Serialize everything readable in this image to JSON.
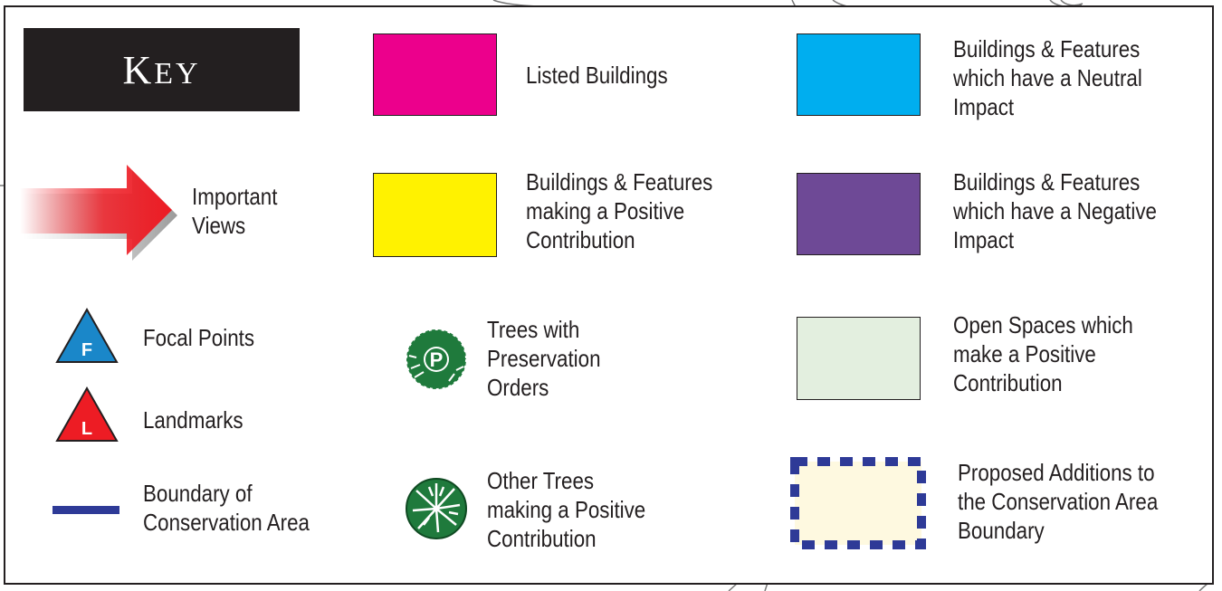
{
  "key": {
    "title_first": "K",
    "title_rest": "EY",
    "title_text": "KEY"
  },
  "items": {
    "important_views": {
      "label_lines": [
        "Important",
        "Views"
      ],
      "icon": "arrow-icon"
    },
    "focal_points": {
      "label_lines": [
        "Focal Points"
      ],
      "letter": "F",
      "color": "#1a87c9",
      "icon": "triangle-icon"
    },
    "landmarks": {
      "label_lines": [
        "Landmarks"
      ],
      "letter": "L",
      "color": "#ed1c24",
      "icon": "triangle-icon"
    },
    "boundary": {
      "label_lines": [
        "Boundary of",
        "Conservation Area"
      ],
      "color": "#2e3a97",
      "icon": "line-icon"
    },
    "listed_buildings": {
      "label_lines": [
        "Listed Buildings"
      ],
      "color": "#ec008c"
    },
    "positive_contribution": {
      "label_lines": [
        "Buildings & Features",
        "making a Positive",
        "Contribution"
      ],
      "color": "#fff200"
    },
    "tpo_trees": {
      "label_lines": [
        "Trees with",
        "Preservation",
        "Orders"
      ],
      "letter": "P",
      "color": "#1f7a3c",
      "icon": "tree-icon"
    },
    "other_trees": {
      "label_lines": [
        "Other Trees",
        "making a Positive",
        "Contribution"
      ],
      "color": "#1f7a3c",
      "icon": "tree-icon"
    },
    "neutral_impact": {
      "label_lines": [
        "Buildings & Features",
        "which have a Neutral",
        "Impact"
      ],
      "color": "#00aeef"
    },
    "negative_impact": {
      "label_lines": [
        "Buildings & Features",
        "which have a Negative",
        "Impact"
      ],
      "color": "#6e4996"
    },
    "open_spaces": {
      "label_lines": [
        "Open Spaces which",
        "make a Positive",
        "Contribution"
      ],
      "color": "#e3efdf"
    },
    "proposed_additions": {
      "label_lines": [
        "Proposed Additions to",
        "the Conservation Area",
        "Boundary"
      ],
      "fill": "#fef9e0",
      "border_color": "#2e3a97"
    }
  }
}
